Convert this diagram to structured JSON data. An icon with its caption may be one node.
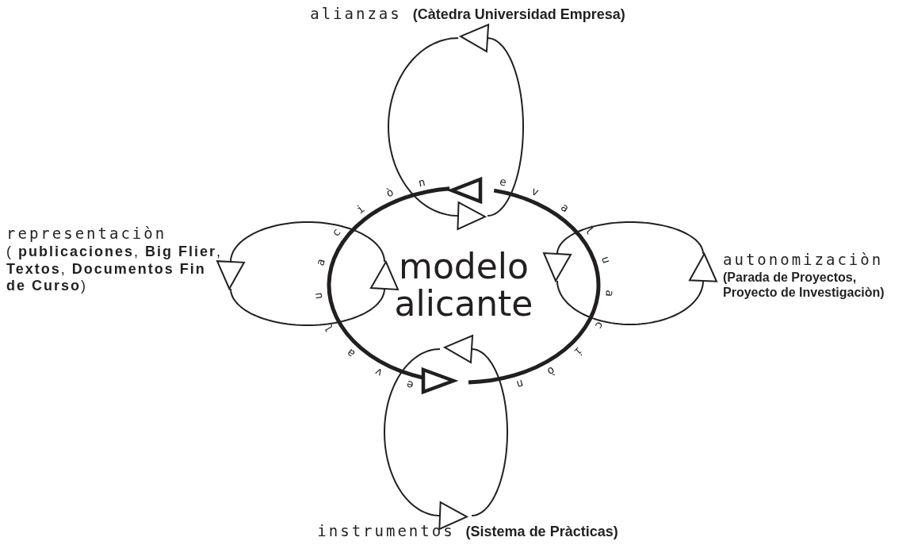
{
  "diagram": {
    "nodes": [
      {
        "text": [
          "modelo alicante"
        ]
      },
      {
        "text": [
          "alianzas",
          "(Càtedra Universidad Empresa)"
        ]
      },
      {
        "text": [
          "representaciòn",
          "( **publicaciones**, **Big Flier**, **Textos**, **Documentos Fin de Curso**)"
        ]
      },
      {
        "text": [
          "autonomizaciòn",
          "(Parada de Proyectos, Proyecto de Investigaciòn)"
        ]
      },
      {
        "text": [
          "instrumentos",
          "(Sistema de Pràcticas)"
        ]
      }
    ],
    "edges": [
      {
        "from": 0,
        "to": 1,
        "arrow": "to"
      },
      {
        "from": 1,
        "to": 0,
        "arrow": "to"
      },
      {
        "from": 0,
        "to": 2,
        "arrow": "to"
      },
      {
        "from": 2,
        "to": 0,
        "arrow": "to"
      },
      {
        "from": 0,
        "to": 3,
        "arrow": "to"
      },
      {
        "from": 3,
        "to": 0,
        "arrow": "to"
      },
      {
        "from": 0,
        "to": 4,
        "arrow": "to"
      },
      {
        "from": 4,
        "to": 0,
        "arrow": "to"
      }
    ],
    "labels": [
      "evaluaciòn",
      "evaluaciòn"
    ]
  }
}
